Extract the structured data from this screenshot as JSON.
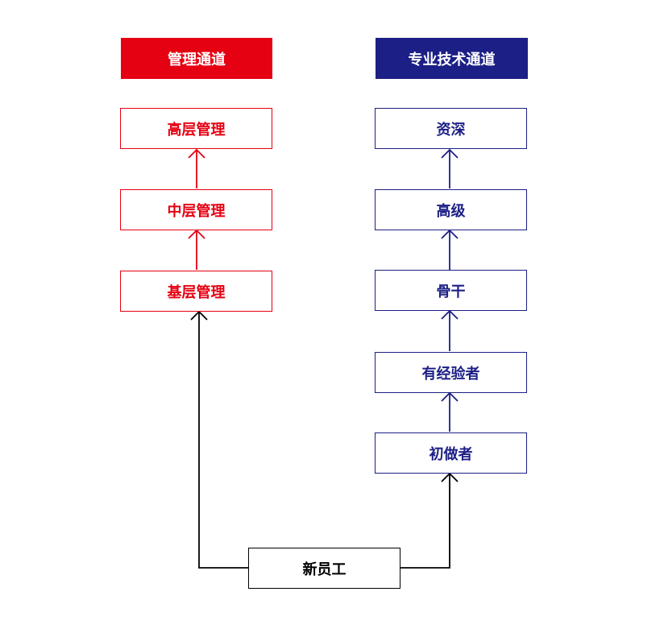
{
  "management": {
    "header": "管理通道",
    "levels": [
      "基层管理",
      "中层管理",
      "高层管理"
    ]
  },
  "technical": {
    "header": "专业技术通道",
    "levels": [
      "初做者",
      "有经验者",
      "骨干",
      "高级",
      "资深"
    ]
  },
  "start": "新员工",
  "colors": {
    "management": "#e50012",
    "technical": "#1c1f85",
    "start": "#000000"
  }
}
